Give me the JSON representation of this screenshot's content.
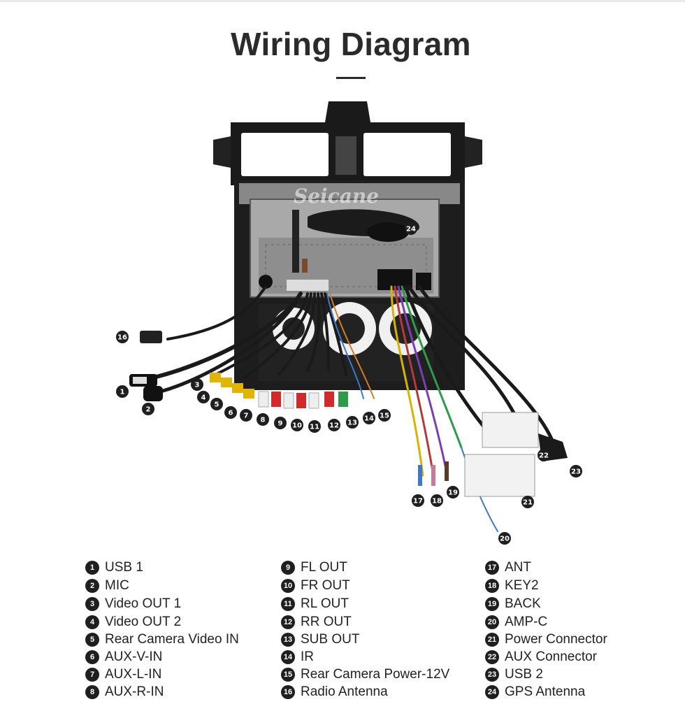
{
  "title": "Wiring Diagram",
  "watermark": "Seicane",
  "colors": {
    "accent": "#2b2b2b",
    "callout": "#1f1f1f"
  },
  "legend": [
    {
      "num": "1",
      "label": "USB 1"
    },
    {
      "num": "2",
      "label": "MIC"
    },
    {
      "num": "3",
      "label": "Video OUT 1"
    },
    {
      "num": "4",
      "label": "Video OUT 2"
    },
    {
      "num": "5",
      "label": "Rear Camera Video IN"
    },
    {
      "num": "6",
      "label": "AUX-V-IN"
    },
    {
      "num": "7",
      "label": "AUX-L-IN"
    },
    {
      "num": "8",
      "label": "AUX-R-IN"
    },
    {
      "num": "9",
      "label": "FL OUT"
    },
    {
      "num": "10",
      "label": "FR OUT"
    },
    {
      "num": "11",
      "label": "RL OUT"
    },
    {
      "num": "12",
      "label": "RR OUT"
    },
    {
      "num": "13",
      "label": "SUB OUT"
    },
    {
      "num": "14",
      "label": "IR"
    },
    {
      "num": "15",
      "label": "Rear Camera Power-12V"
    },
    {
      "num": "16",
      "label": "Radio Antenna"
    },
    {
      "num": "17",
      "label": "ANT"
    },
    {
      "num": "18",
      "label": "KEY2"
    },
    {
      "num": "19",
      "label": "BACK"
    },
    {
      "num": "20",
      "label": "AMP-C"
    },
    {
      "num": "21",
      "label": "Power Connector"
    },
    {
      "num": "22",
      "label": "AUX Connector"
    },
    {
      "num": "23",
      "label": "USB 2"
    },
    {
      "num": "24",
      "label": "GPS Antenna"
    }
  ]
}
